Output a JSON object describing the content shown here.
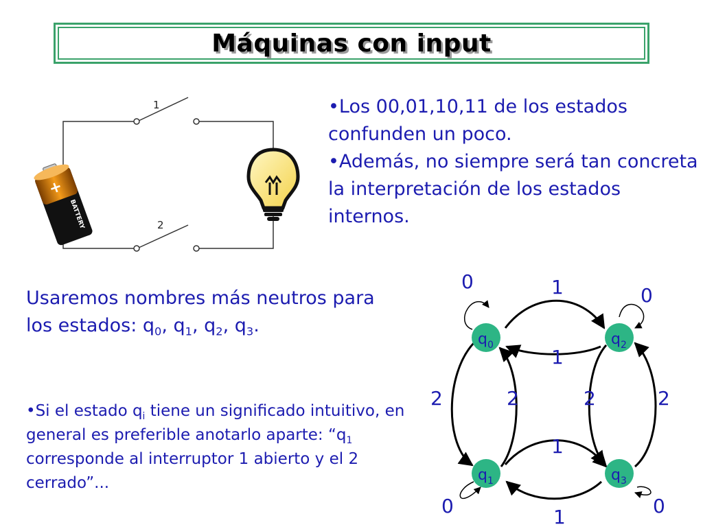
{
  "title": "Máquinas con input",
  "circuit": {
    "switch1_label": "1",
    "switch2_label": "2",
    "battery_plus": "+",
    "battery_label": "BATTERY"
  },
  "bullets_top": [
    "•Los 00,01,10,11 de los estados confunden un poco.",
    "•Además, no siempre será tan concreta la interpretación de los estados internos."
  ],
  "arrow_text": {
    "arrow": "",
    "pre": " Usaremos nombres más neutros para los estados: q",
    "s0": "0",
    "c1": ", q",
    "s1": "1",
    "c2": ", q",
    "s2": "2",
    "c3": ", q",
    "s3": "3",
    "end": "."
  },
  "note": {
    "a": "•Si el estado q",
    "sub_i": "i",
    "b": " tiene un significado intuitivo, en general es preferible anotarlo aparte: “q",
    "sub_1": "1",
    "c": " corresponde al interruptor 1 abierto y el 2 cerrado”..."
  },
  "diagram": {
    "states": [
      {
        "base": "q",
        "sub": "0"
      },
      {
        "base": "q",
        "sub": "2"
      },
      {
        "base": "q",
        "sub": "1"
      },
      {
        "base": "q",
        "sub": "3"
      }
    ],
    "labels": {
      "loop_q0": "0",
      "loop_q2": "0",
      "loop_q1": "0",
      "loop_q3": "0",
      "top_outer": "1",
      "top_inner": "1",
      "bottom_inner": "1",
      "bottom_outer": "1",
      "left_outer": "2",
      "left_inner": "2",
      "right_inner": "2",
      "right_outer": "2"
    },
    "state_color": "#2db585",
    "state_text_color": "#1c1cb0"
  }
}
